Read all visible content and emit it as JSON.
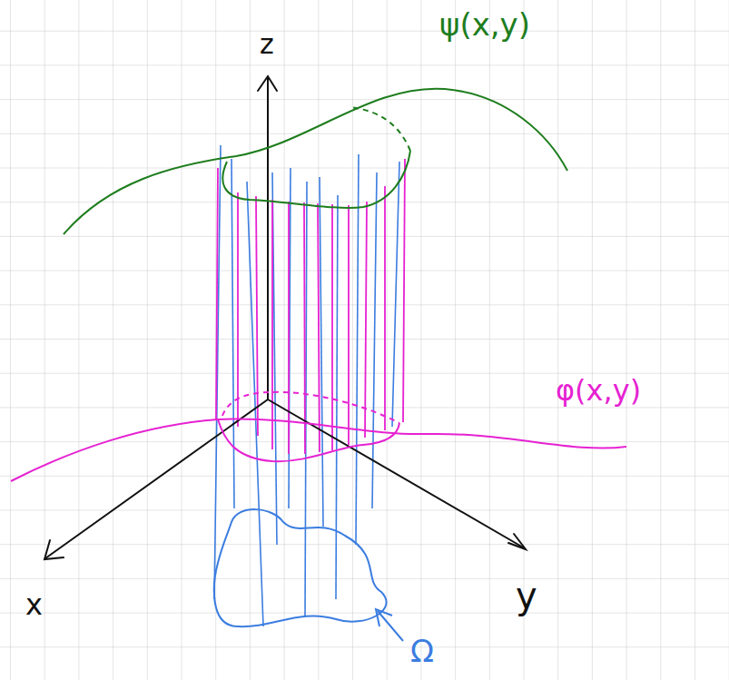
{
  "diagram": {
    "labels": [
      "z",
      "ψ(x,y)",
      "φ(x,y)",
      "x",
      "y",
      "Ω"
    ]
  }
}
